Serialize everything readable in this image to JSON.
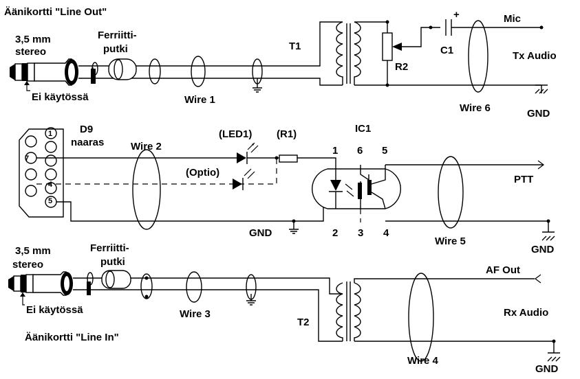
{
  "labels": {
    "top_soundcard": "Äänikortti \"Line Out\"",
    "top_jack_size": "3,5 mm",
    "top_jack_type": "stereo",
    "top_ferrite_1": "Ferriitti-",
    "top_ferrite_2": "putki",
    "top_unused": "Ei käytössä",
    "t1": "T1",
    "wire1": "Wire 1",
    "r2": "R2",
    "c1": "C1",
    "c1_plus": "+",
    "mic": "Mic",
    "tx_audio": "Tx Audio",
    "wire6": "Wire 6",
    "gnd_top": "GND",
    "d9": "D9",
    "naaras": "naaras",
    "wire2": "Wire 2",
    "led1": "(LED1)",
    "r1": "(R1)",
    "optio": "(Optio)",
    "ic1": "IC1",
    "ic_pin1": "1",
    "ic_pin6": "6",
    "ic_pin5": "5",
    "ic_pin2": "2",
    "ic_pin3": "3",
    "ic_pin4": "4",
    "gnd_mid": "GND",
    "ptt": "PTT",
    "wire5": "Wire 5",
    "gnd_mid_right": "GND",
    "d9_pin1": "1",
    "d9_pin7": "7",
    "d9_pin4": "4",
    "d9_pin5": "5",
    "bot_jack_size": "3,5 mm",
    "bot_jack_type": "stereo",
    "bot_ferrite_1": "Ferriitti-",
    "bot_ferrite_2": "putki",
    "bot_unused": "Ei käytössä",
    "wire3": "Wire 3",
    "bot_soundcard": "Äänikortti \"Line In\"",
    "t2": "T2",
    "af_out": "AF Out",
    "rx_audio": "Rx Audio",
    "wire4": "Wire 4",
    "gnd_bot": "GND"
  }
}
